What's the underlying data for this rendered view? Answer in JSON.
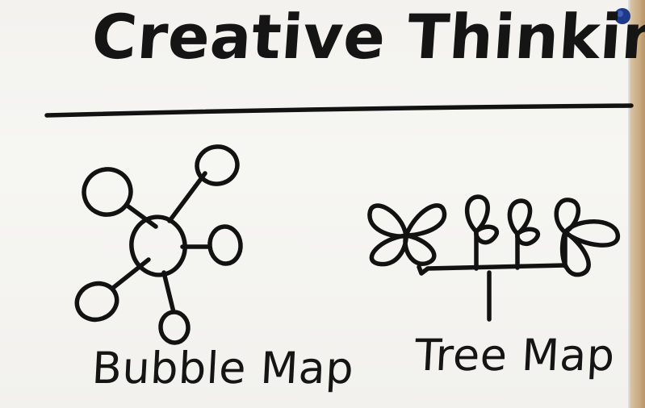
{
  "poster": {
    "title": "Creative Thinking Tools",
    "bubble_map_label": "Bubble Map",
    "tree_map_label": "Tree Map"
  },
  "bubble_map": {
    "center_node": "",
    "outer_nodes": [
      "",
      "",
      "",
      "",
      ""
    ]
  },
  "tree_map": {
    "root_node": "",
    "branches": [
      "",
      "",
      "",
      "",
      ""
    ]
  },
  "colors": {
    "ink": "#121212",
    "paper": "#f4f3f0",
    "pin": "#1d3b8a"
  }
}
